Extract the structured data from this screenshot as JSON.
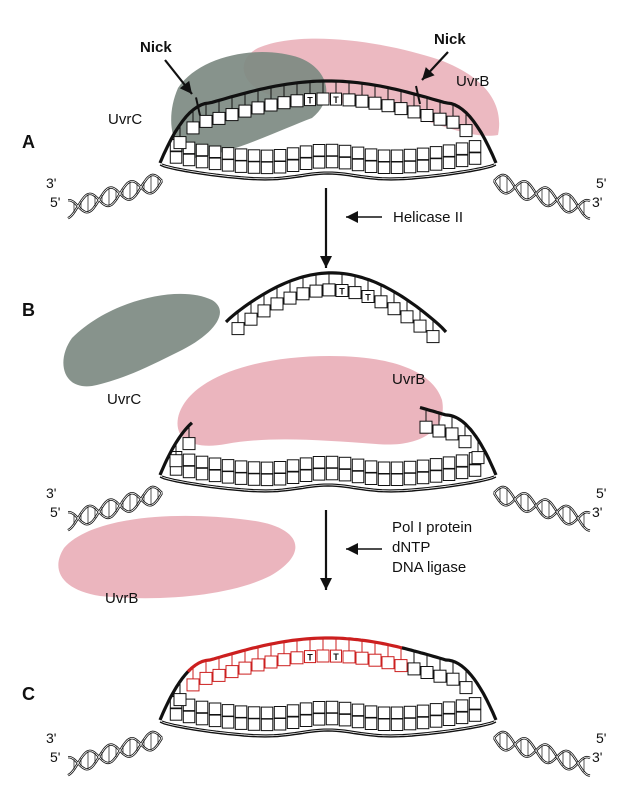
{
  "panels": [
    {
      "id": "A",
      "label": "A"
    },
    {
      "id": "B",
      "label": "B"
    },
    {
      "id": "C",
      "label": "C"
    }
  ],
  "labels": {
    "nick": "Nick",
    "uvrc": "UvrC",
    "uvrb": "UvrB",
    "thymine": "T",
    "end_3": "3'",
    "end_5": "5'"
  },
  "steps": {
    "step1": "Helicase II",
    "step2": [
      "Pol I protein",
      "dNTP",
      "DNA ligase"
    ]
  },
  "colors": {
    "uvrc": "#7d8a82",
    "uvrb": "#eab1ba",
    "repair": "#cc1f1f",
    "dna": "#111111"
  }
}
